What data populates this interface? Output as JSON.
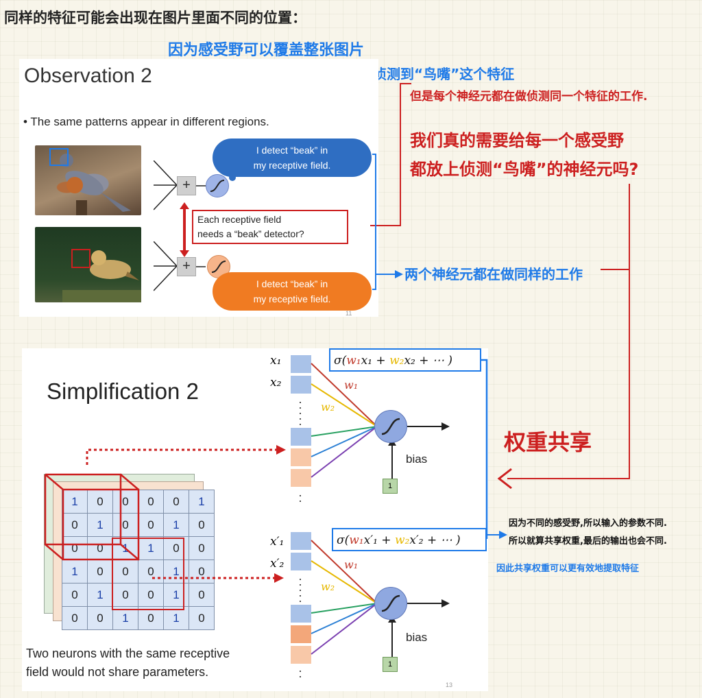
{
  "heading_note": "同样的特征可能会出现在图片里面不同的位置：",
  "blue_note_1": "因为感受野可以覆盖整张图片",
  "blue_note_2": "所以总有一个感受野的神经元可以侦测到“鸟嘴”这个特征",
  "red_note_1": "但是每个神经元都在做侦测同一个特征的工作.",
  "red_note_2a": "我们真的需要给每一个感受野",
  "red_note_2b": "都放上侦测“鸟嘴”的神经元吗?",
  "blue_arrow_note": "两个神经元都在做同样的工作",
  "weight_sharing": "权重共享",
  "black_note_1": "因为不同的感受野,所以输入的参数不同.",
  "black_note_2": "所以就算共享权重,最后的输出也会不同.",
  "blue_note_3": "因此共享权重可以更有效地提取特征",
  "slide1": {
    "title": "Observation 2",
    "bullet": "The same patterns appear in different regions.",
    "cloud_top": [
      "I detect “beak” in",
      "my receptive field."
    ],
    "cloud_bottom": [
      "I detect “beak” in",
      "my receptive field."
    ],
    "callout": [
      "Each receptive field",
      "needs a “beak” detector?"
    ],
    "page_number": "11",
    "sum_symbol": "+"
  },
  "slide2": {
    "title": "Simplification 2",
    "caption": [
      "Two neurons with the same receptive",
      "field would not share parameters."
    ],
    "page_number": "13",
    "bias_label": "bias",
    "one_label": "1",
    "x1": "x₁",
    "x2": "x₂",
    "x1p": "x′₁",
    "x2p": "x′₂",
    "w1": "w₁",
    "w2": "w₂",
    "formula1": {
      "pre": "σ(",
      "w1": "w₁",
      "x1": "x₁",
      "plus": " + ",
      "w2": "w₂",
      "x2": "x₂",
      "post": " + ⋯ )"
    },
    "formula2": {
      "pre": "σ(",
      "w1": "w₁",
      "x1": "x′₁",
      "plus": " + ",
      "w2": "w₂",
      "x2": "x′₂",
      "post": " + ⋯ )"
    },
    "grid": [
      [
        "1",
        "0",
        "0",
        "0",
        "0",
        "1"
      ],
      [
        "0",
        "1",
        "0",
        "0",
        "1",
        "0"
      ],
      [
        "0",
        "0",
        "1",
        "1",
        "0",
        "0"
      ],
      [
        "1",
        "0",
        "0",
        "0",
        "1",
        "0"
      ],
      [
        "0",
        "1",
        "0",
        "0",
        "1",
        "0"
      ],
      [
        "0",
        "0",
        "1",
        "0",
        "1",
        "0"
      ]
    ]
  },
  "colors": {
    "red": "#cc1f1f",
    "blue": "#1e7ae8",
    "cloud_blue": "#2f6ec2",
    "cloud_orange": "#f07b22",
    "w_red": "#c0392b",
    "w_yellow": "#e6b800"
  }
}
